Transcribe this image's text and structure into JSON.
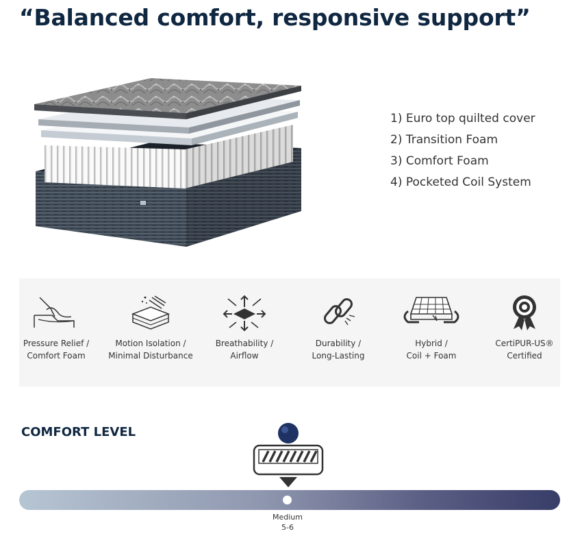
{
  "headline": "“Balanced comfort, responsive support”",
  "layers": [
    "1)  Euro top quilted cover",
    "2) Transition Foam",
    "3) Comfort Foam",
    "4) Pocketed Coil System"
  ],
  "features": [
    {
      "icon": "pressure-relief-icon",
      "line1": "Pressure Relief /",
      "line2": "Comfort Foam"
    },
    {
      "icon": "motion-isolation-icon",
      "line1": "Motion Isolation /",
      "line2": "Minimal Disturbance"
    },
    {
      "icon": "breathability-icon",
      "line1": "Breathability /",
      "line2": "Airflow"
    },
    {
      "icon": "durability-chain-icon",
      "line1": "Durability /",
      "line2": "Long-Lasting"
    },
    {
      "icon": "hybrid-coil-icon",
      "line1": "Hybrid /",
      "line2": "Coil + Foam"
    },
    {
      "icon": "certipur-badge-icon",
      "line1": "CertiPUR-US®",
      "line2": "Certified"
    }
  ],
  "comfort": {
    "title": "COMFORT LEVEL",
    "level_name": "Medium",
    "level_range": "5-6",
    "position_fraction": 0.495,
    "colors": {
      "scale_start": "#b6c5d3",
      "scale_end": "#383d68",
      "marker": "#1e3263"
    }
  }
}
